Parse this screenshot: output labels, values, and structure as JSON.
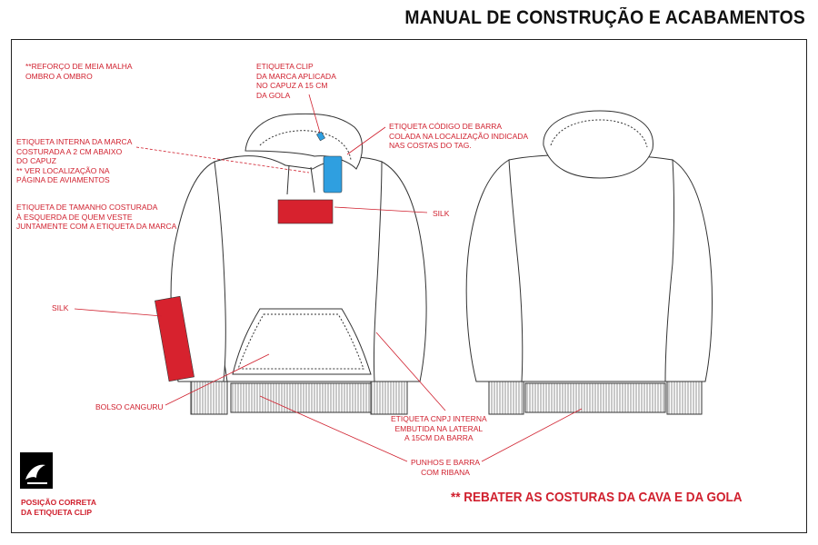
{
  "title": "MANUAL DE CONSTRUÇÃO E ACABAMENTOS",
  "annotations": {
    "reforco": [
      "**REFORÇO DE MEIA MALHA",
      "OMBRO A OMBRO"
    ],
    "etiqueta_clip": [
      "ETIQUETA CLIP",
      "DA MARCA APLICADA",
      "NO CAPUZ A 15 CM",
      "DA GOLA"
    ],
    "codigo_barra": [
      "ETIQUETA CÓDIGO DE BARRA",
      "COLADA NA  LOCALIZAÇÃO INDICADA",
      "NAS COSTAS DO TAG."
    ],
    "etiqueta_interna": [
      "ETIQUETA INTERNA DA MARCA",
      "COSTURADA A 2 CM ABAIXO",
      "DO CAPUZ",
      "** VER LOCALIZAÇÃO NA",
      "PÁGINA DE AVIAMENTOS"
    ],
    "etiqueta_tamanho": [
      "ETIQUETA DE TAMANHO COSTURADA",
      "À ESQUERDA DE QUEM VESTE",
      "JUNTAMENTE COM A ETIQUETA DA MARCA"
    ],
    "silk_chest": "SILK",
    "silk_sleeve": "SILK",
    "bolso": "BOLSO CANGURU",
    "cnpj": [
      "ETIQUETA CNPJ INTERNA",
      "EMBUTIDA NA LATERAL",
      "A 15CM DA BARRA"
    ],
    "punhos": [
      "PUNHOS E BARRA",
      "COM RIBANA"
    ]
  },
  "footer_note": "** REBATER AS COSTURAS DA CAVA E DA GOLA",
  "clip_position": [
    "POSIÇÃO CORRETA",
    "DA ETIQUETA CLIP"
  ],
  "colors": {
    "accent_red": "#d0202e",
    "tag_blue": "#2f9fe0",
    "silk_red": "#d7222e",
    "outline": "#333333"
  }
}
